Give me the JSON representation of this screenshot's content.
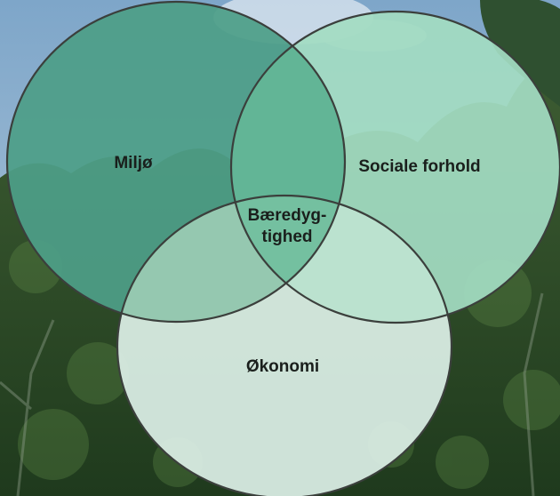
{
  "diagram": {
    "type": "venn",
    "sets": [
      {
        "id": "miljo",
        "label": "Miljø",
        "fill": "#4e9e88"
      },
      {
        "id": "sociale",
        "label": "Sociale forhold",
        "fill": "#a3dcc2"
      },
      {
        "id": "okonomi",
        "label": "Økonomi",
        "fill": "#dcefe6"
      }
    ],
    "center": {
      "line1": "Bæredyg-",
      "line2": "tighed",
      "fill": "#74c0a0"
    },
    "outline_color": "#3b3f3c"
  },
  "background": {
    "sky_color": "#93b3cf",
    "foliage_color": "#2f4f29"
  }
}
